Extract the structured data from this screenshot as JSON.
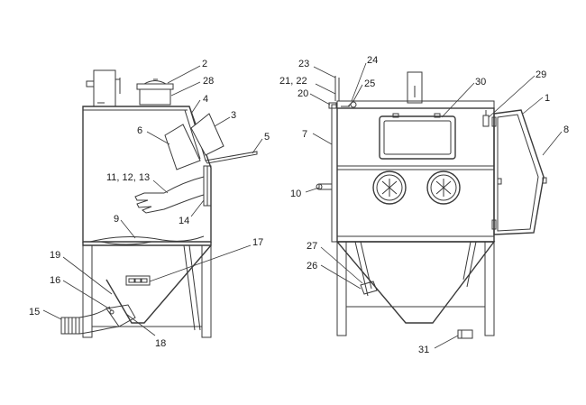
{
  "diagram": {
    "callouts": [
      {
        "key": "c2",
        "text": "2"
      },
      {
        "key": "c28",
        "text": "28"
      },
      {
        "key": "c4",
        "text": "4"
      },
      {
        "key": "c3",
        "text": "3"
      },
      {
        "key": "c6",
        "text": "6"
      },
      {
        "key": "c5",
        "text": "5"
      },
      {
        "key": "c11",
        "text": "11, 12, 13"
      },
      {
        "key": "c14",
        "text": "14"
      },
      {
        "key": "c9",
        "text": "9"
      },
      {
        "key": "c17",
        "text": "17"
      },
      {
        "key": "c19",
        "text": "19"
      },
      {
        "key": "c16",
        "text": "16"
      },
      {
        "key": "c15",
        "text": "15"
      },
      {
        "key": "c18",
        "text": "18"
      },
      {
        "key": "c23",
        "text": "23"
      },
      {
        "key": "c24",
        "text": "24"
      },
      {
        "key": "c21",
        "text": "21, 22"
      },
      {
        "key": "c25",
        "text": "25"
      },
      {
        "key": "c20",
        "text": "20"
      },
      {
        "key": "c30",
        "text": "30"
      },
      {
        "key": "c29",
        "text": "29"
      },
      {
        "key": "c1",
        "text": "1"
      },
      {
        "key": "c7",
        "text": "7"
      },
      {
        "key": "c8",
        "text": "8"
      },
      {
        "key": "c10",
        "text": "10"
      },
      {
        "key": "c27",
        "text": "27"
      },
      {
        "key": "c26",
        "text": "26"
      },
      {
        "key": "c31",
        "text": "31"
      }
    ]
  }
}
